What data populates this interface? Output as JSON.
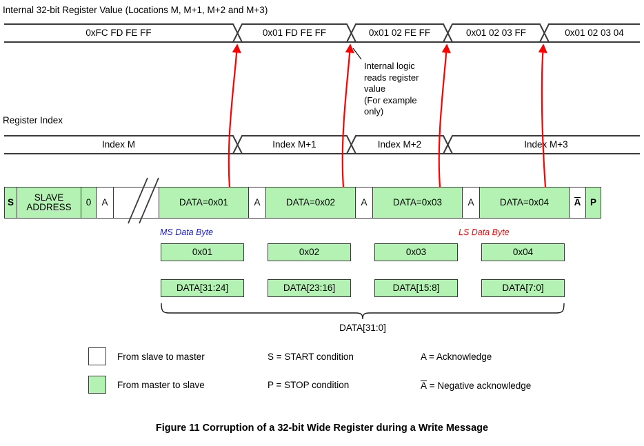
{
  "figure": {
    "caption": "Figure 11 Corruption of a 32-bit Wide Register during a Write Message"
  },
  "register_value_row": {
    "title": "Internal 32-bit Register Value (Locations M, M+1, M+2 and M+3)",
    "segments": [
      {
        "label": "0xFC FD FE FF"
      },
      {
        "label": "0x01 FD FE FF"
      },
      {
        "label": "0x01 02 FE FF"
      },
      {
        "label": "0x01 02 03 FF"
      },
      {
        "label": "0x01 02 03 04"
      }
    ]
  },
  "register_index_row": {
    "title": "Register Index",
    "segments": [
      {
        "label": "Index M"
      },
      {
        "label": "Index M+1"
      },
      {
        "label": "Index M+2"
      },
      {
        "label": "Index M+3"
      }
    ]
  },
  "annotation": {
    "text": "Internal logic\nreads register\nvalue\n(For example\nonly)"
  },
  "i2c_frame": {
    "cells": [
      {
        "label": "S",
        "fill": "green",
        "bold": true
      },
      {
        "label": "SLAVE ADDRESS",
        "fill": "green",
        "bold": false
      },
      {
        "label": "0",
        "fill": "green",
        "bold": false
      },
      {
        "label": "A",
        "fill": "white",
        "bold": false
      },
      {
        "label": "",
        "fill": "white",
        "bold": false
      },
      {
        "label": "DATA=0x01",
        "fill": "green",
        "bold": false
      },
      {
        "label": "A",
        "fill": "white",
        "bold": false
      },
      {
        "label": "DATA=0x02",
        "fill": "green",
        "bold": false
      },
      {
        "label": "A",
        "fill": "white",
        "bold": false
      },
      {
        "label": "DATA=0x03",
        "fill": "green",
        "bold": false
      },
      {
        "label": "A",
        "fill": "white",
        "bold": false
      },
      {
        "label": "DATA=0x04",
        "fill": "green",
        "bold": false
      },
      {
        "label": "A",
        "fill": "white",
        "bold": true,
        "overline": true
      },
      {
        "label": "P",
        "fill": "green",
        "bold": true
      }
    ]
  },
  "byte_labels": {
    "ms": "MS Data Byte",
    "ls": "LS Data Byte"
  },
  "byte_values": [
    "0x01",
    "0x02",
    "0x03",
    "0x04"
  ],
  "byte_ranges": [
    "DATA[31:24]",
    "DATA[23:16]",
    "DATA[15:8]",
    "DATA[7:0]"
  ],
  "brace": {
    "caption": "DATA[31:0]"
  },
  "legend": {
    "rows": [
      {
        "swatch": "white",
        "direction": "From slave to master",
        "condition": "S = START condition",
        "ack_prefix": "A",
        "ack_text": " = Acknowledge",
        "ack_overline": false
      },
      {
        "swatch": "green",
        "direction": "From master to slave",
        "condition": "P = STOP condition",
        "ack_prefix": "A",
        "ack_text": " = Negative acknowledge",
        "ack_overline": true
      }
    ]
  },
  "colors": {
    "master_fill": "#b3f2b3",
    "slave_fill": "#ffffff",
    "arrow": "#ff0000",
    "ms_label": "#1919d6",
    "ls_label": "#e81010",
    "line": "#3a3a3a"
  }
}
